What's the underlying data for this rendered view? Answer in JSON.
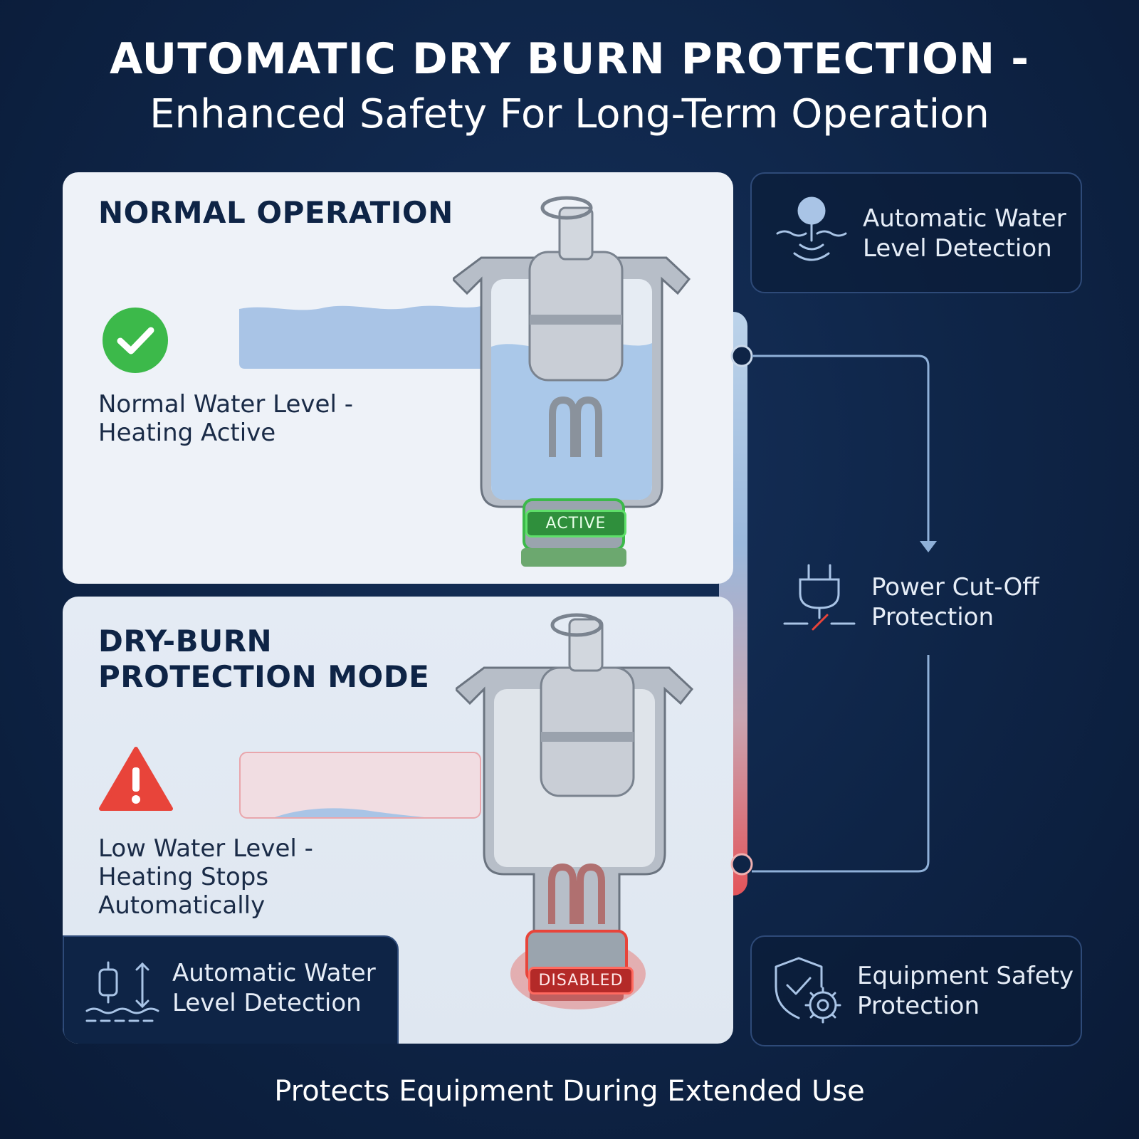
{
  "header": {
    "title": "AUTOMATIC DRY BURN PROTECTION -",
    "subtitle": "Enhanced Safety For Long-Term Operation"
  },
  "normal_card": {
    "heading": "NORMAL OPERATION",
    "status_line1": "Normal Water Level -",
    "status_line2": "Heating Active",
    "badge": "ACTIVE",
    "badge_color": "#3cc24a"
  },
  "dry_card": {
    "heading_line1": "DRY-BURN",
    "heading_line2": "PROTECTION MODE",
    "status_line1": "Low Water Level -",
    "status_line2": "Heating Stops",
    "status_line3": "Automatically",
    "badge": "DISABLED",
    "badge_color": "#e23b35",
    "sub_feature_line1": "Automatic Water",
    "sub_feature_line2": "Level Detection"
  },
  "features": [
    {
      "line1": "Automatic Water",
      "line2": "Level Detection",
      "icon": "float-sensor-icon"
    },
    {
      "line1": "Power Cut-Off",
      "line2": "Protection",
      "icon": "plug-cut-icon"
    },
    {
      "line1": "Equipment Safety",
      "line2": "Protection",
      "icon": "shield-gear-icon"
    }
  ],
  "footer": "Protects Equipment During Extended Use",
  "colors": {
    "background": "#0e2446",
    "accent_green": "#3cb94a",
    "accent_red": "#e8443a",
    "line_blue": "#8fb0d8"
  }
}
